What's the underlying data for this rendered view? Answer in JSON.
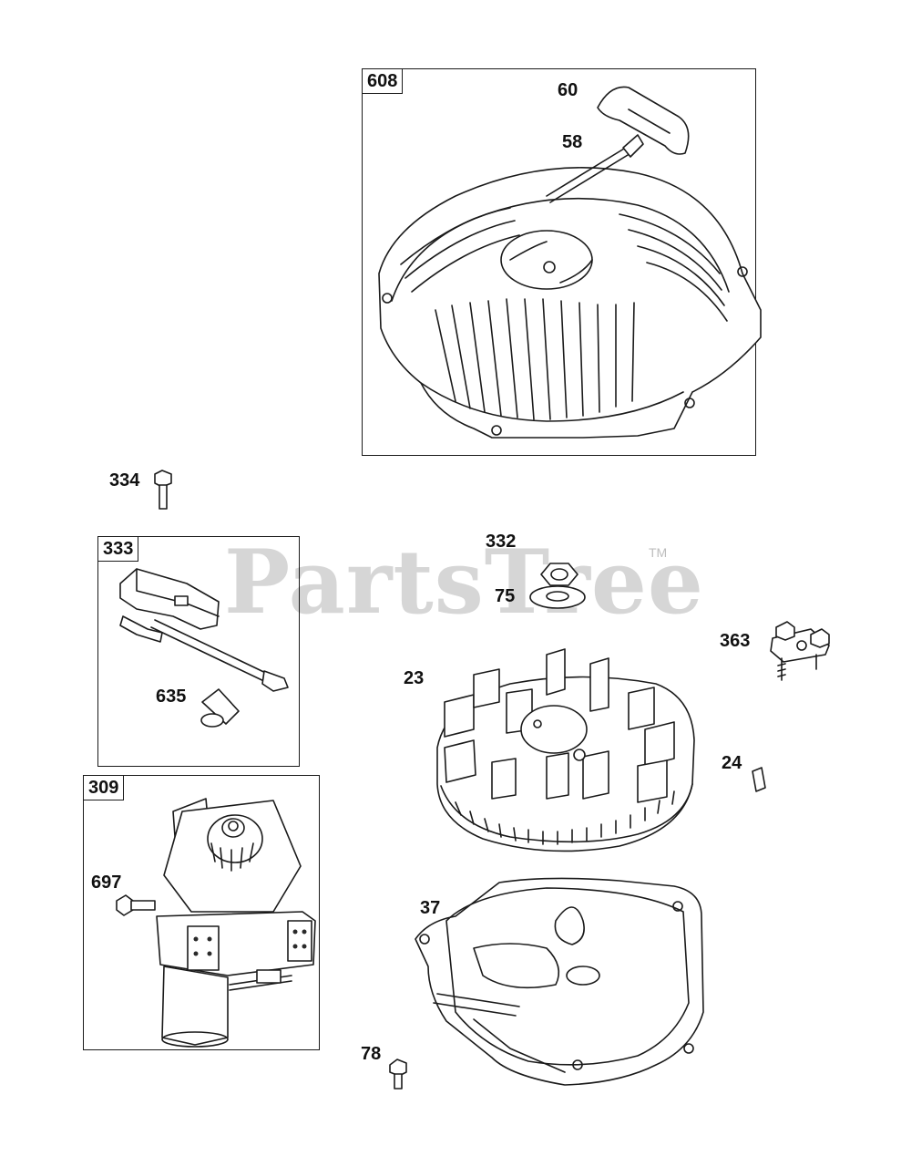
{
  "watermark": {
    "text": "PartsTree",
    "tm": "TM"
  },
  "boxes": {
    "b608": "608",
    "b333": "333",
    "b309": "309"
  },
  "callouts": {
    "c60": "60",
    "c58": "58",
    "c334": "334",
    "c332": "332",
    "c75": "75",
    "c363": "363",
    "c23": "23",
    "c635": "635",
    "c24": "24",
    "c697": "697",
    "c37": "37",
    "c78": "78"
  }
}
